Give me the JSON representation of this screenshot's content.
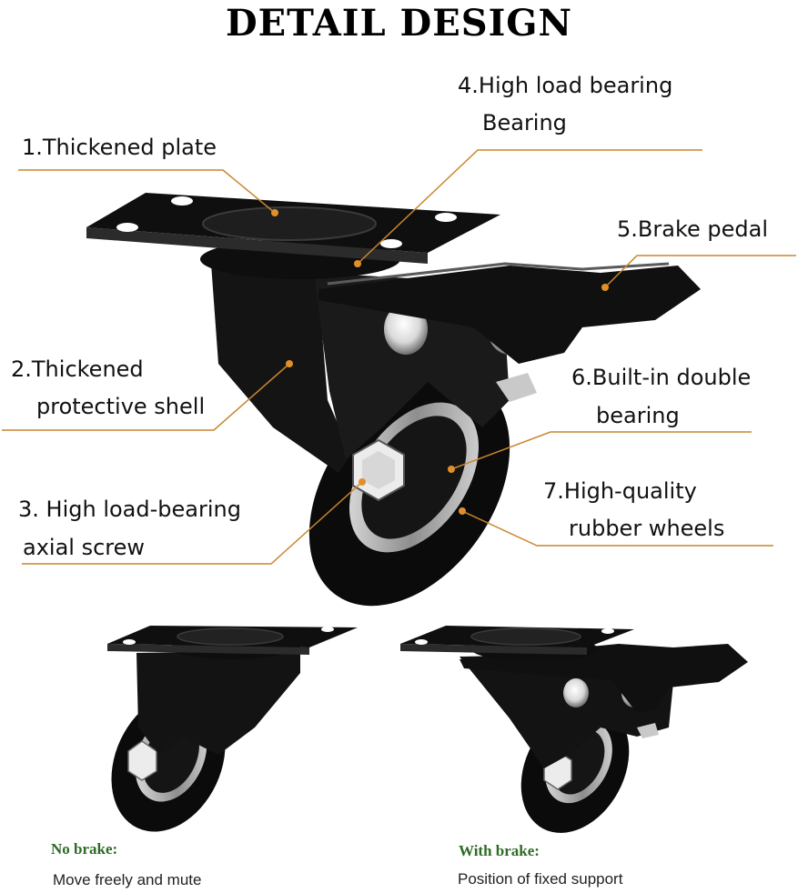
{
  "title": "DETAIL DESIGN",
  "labels": {
    "l1": "1.Thickened plate",
    "l2a": "2.Thickened",
    "l2b": "protective shell",
    "l3a": "3. High load-bearing",
    "l3b": "axial screw",
    "l4a": "4.High load bearing",
    "l4b": "Bearing",
    "l5": "5.Brake pedal",
    "l6a": "6.Built-in double",
    "l6b": "bearing",
    "l7a": "7.High-quality",
    "l7b": "rubber wheels"
  },
  "captions": {
    "no_brake_heading": "No brake:",
    "no_brake_text": "Move freely and mute",
    "with_brake_heading": "With brake:",
    "with_brake_text": "Position of fixed support"
  },
  "colors": {
    "leader": "#c8862e",
    "dot": "#e0902a",
    "wheel": "#0c0c0c",
    "metal": "#bdbdbd",
    "heading_green": "#2e6b27"
  }
}
